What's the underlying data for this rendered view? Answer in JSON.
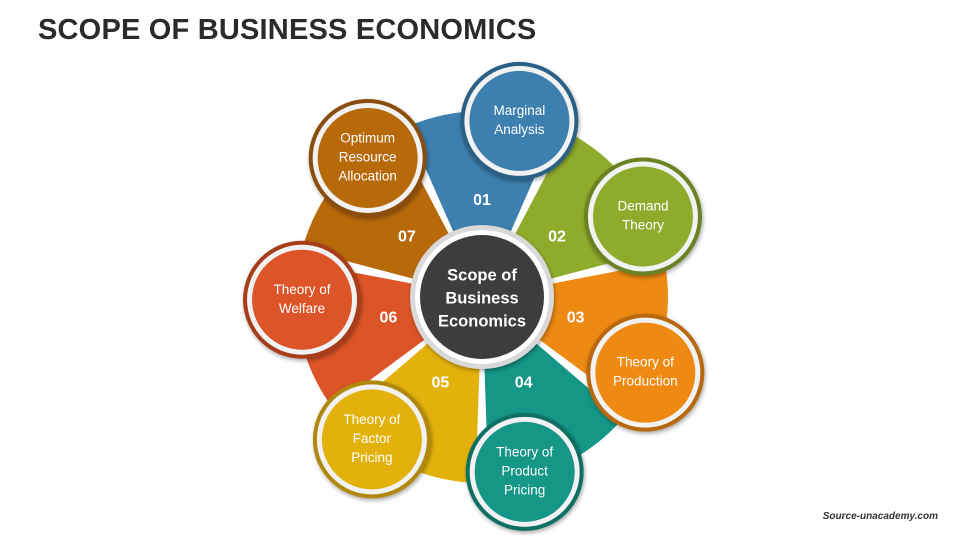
{
  "title": "SCOPE OF BUSINESS ECONOMICS",
  "center": {
    "lines": [
      "Scope of",
      "Business",
      "Economics"
    ],
    "color": "#3d3d3d"
  },
  "segments": [
    {
      "number": "01",
      "lines": [
        "Marginal",
        "Analysis"
      ],
      "color": "#3d7fae",
      "dark": "#2a5f86"
    },
    {
      "number": "02",
      "lines": [
        "Demand",
        "Theory"
      ],
      "color": "#8fab2c",
      "dark": "#6b8220"
    },
    {
      "number": "03",
      "lines": [
        "Theory of",
        "Production"
      ],
      "color": "#ee8a12",
      "dark": "#b8690c"
    },
    {
      "number": "04",
      "lines": [
        "Theory of",
        "Product",
        "Pricing"
      ],
      "color": "#159686",
      "dark": "#0e6f63"
    },
    {
      "number": "05",
      "lines": [
        "Theory of",
        "Factor",
        "Pricing"
      ],
      "color": "#e3b10c",
      "dark": "#b08807"
    },
    {
      "number": "06",
      "lines": [
        "Theory of",
        "Welfare"
      ],
      "color": "#dc5427",
      "dark": "#a83c1a"
    },
    {
      "number": "07",
      "lines": [
        "Optimum",
        "Resource",
        "Allocation"
      ],
      "color": "#b8690a",
      "dark": "#8a4e07"
    }
  ],
  "source": "Source-unacademy.com"
}
